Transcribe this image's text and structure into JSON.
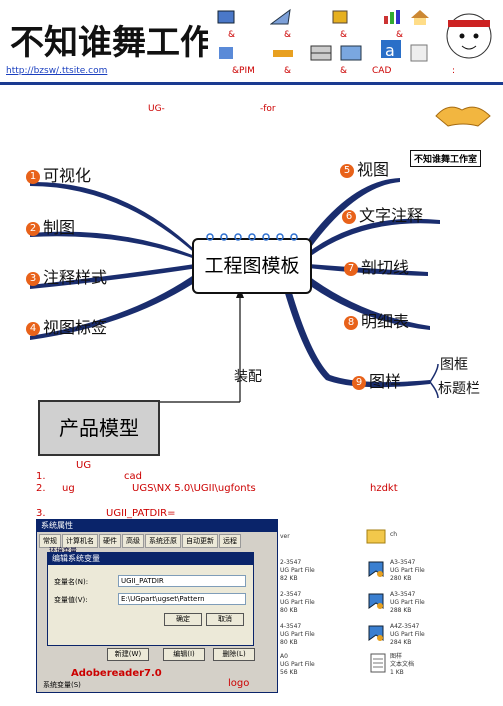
{
  "header": {
    "url": "http://bzsw∕.ttsite.com",
    "amp_marks": [
      "&",
      "&",
      "&",
      "&",
      "&PIM",
      "&",
      "&",
      "CAD"
    ],
    "colon": ":"
  },
  "subtitle": {
    "left": "UG-",
    "right": "-for"
  },
  "mindmap": {
    "center": "工程图模板",
    "left_nodes": [
      {
        "num": "1",
        "label": "可视化"
      },
      {
        "num": "2",
        "label": "制图"
      },
      {
        "num": "3",
        "label": "注释样式"
      },
      {
        "num": "4",
        "label": "视图标签"
      }
    ],
    "right_nodes": [
      {
        "num": "5",
        "label": "视图"
      },
      {
        "num": "6",
        "label": "文字注释"
      },
      {
        "num": "7",
        "label": "剖切线"
      },
      {
        "num": "8",
        "label": "明细表"
      },
      {
        "num": "9",
        "label": "图样"
      }
    ],
    "sub_nodes": [
      "图框",
      "标题栏"
    ],
    "assembly_label": "装配",
    "product": "产品模型",
    "badge": "不知谁舞工作室"
  },
  "text_block": {
    "heading": "UG",
    "line1_num": "1.",
    "line1_text": "cad",
    "line2_num": "2.",
    "line2_a": "ug",
    "line2_b": "UGS\\NX 5.0\\UGII\\ugfonts",
    "line2_c": "hzdkt",
    "line3_num": "3.",
    "line3_text": "UGII_PATDIR="
  },
  "dialog": {
    "title": "系统属性",
    "tabs": [
      "常规",
      "计算机名",
      "硬件",
      "高级",
      "系统还原",
      "自动更新",
      "远程"
    ],
    "env_title": "环境变量",
    "edit_title": "编辑系统变量",
    "var_name_label": "变量名(N):",
    "var_name_value": "UGII_PATDIR",
    "var_value_label": "变量值(V):",
    "var_value_value": "E:\\UGpart\\ugset\\Pattern",
    "ok": "确定",
    "cancel": "取消",
    "new": "新建(W)",
    "edit": "编辑(I)",
    "delete": "删除(L)",
    "sys_vars": "系统变量(S)",
    "overlay_red": "Adobereader7.0",
    "overlay_logo": "logo"
  },
  "files": {
    "header_text": "ver",
    "folder": "ch",
    "left_items": [
      {
        "name": "2-3547",
        "type": "UG Part File",
        "size": "82 KB"
      },
      {
        "name": "2-3547",
        "type": "UG Part File",
        "size": "80 KB"
      },
      {
        "name": "4-3547",
        "type": "UG Part File",
        "size": "80 KB"
      },
      {
        "name": "A0",
        "type": "UG Part File",
        "size": "56 KB"
      }
    ],
    "right_items": [
      {
        "name": "A3-3547",
        "type": "UG Part File",
        "size": "280 KB"
      },
      {
        "name": "A3-3547",
        "type": "UG Part File",
        "size": "288 KB"
      },
      {
        "name": "A4Z-3547",
        "type": "UG Part File",
        "size": "284 KB"
      },
      {
        "name": "图样",
        "type": "文本文档",
        "size": "1 KB"
      }
    ]
  },
  "colors": {
    "accent": "#e8621a",
    "link": "#1a3fbf",
    "note": "#cc0000",
    "rule": "#1a3a90"
  }
}
